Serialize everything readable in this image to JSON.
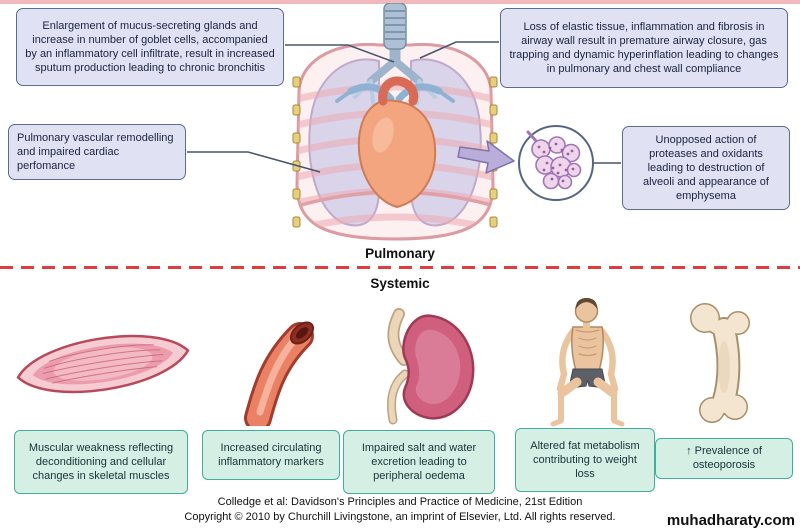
{
  "pulmonary": {
    "section_label": "Pulmonary",
    "callouts": {
      "chronic_bronchitis": "Enlargement of mucus-secreting glands and increase in number of goblet cells, accompanied by an inflammatory cell infiltrate, result in increased sputum production leading to chronic bronchitis",
      "airway_compliance": "Loss of elastic tissue, inflammation and fibrosis in airway wall result in premature airway closure, gas trapping and dynamic hyperinflation leading to changes in pulmonary and chest wall compliance",
      "vascular": "Pulmonary vascular remodelling and impaired cardiac perfomance",
      "emphysema": "Unopposed action of proteases and oxidants leading to destruction of alveoli and appearance of emphysema"
    }
  },
  "systemic": {
    "section_label": "Systemic",
    "items": [
      {
        "name": "skeletal-muscle",
        "text": "Muscular weakness reflecting deconditioning and cellular changes in skeletal muscles"
      },
      {
        "name": "blood-vessel",
        "text": "Increased circulating inflammatory markers"
      },
      {
        "name": "kidney",
        "text": "Impaired salt and water excretion leading to peripheral oedema"
      },
      {
        "name": "thin-man",
        "text": "Altered fat metabolism contributing to weight loss"
      },
      {
        "name": "femur",
        "text": "↑ Prevalence of osteoporosis"
      }
    ]
  },
  "footer": {
    "credit": "Colledge et al: Davidson's Principles and Practice of Medicine, 21st Edition",
    "copyright": "Copyright © 2010 by Churchill Livingstone, an imprint of Elsevier, Ltd. All rights reserved.",
    "watermark": "muhadharaty.com"
  },
  "colors": {
    "callout_bg": "#e0e2f3",
    "callout_border": "#5c6c8e",
    "systemic_box_bg": "#d6efe4",
    "systemic_box_border": "#3fae9c",
    "divider_red": "#e23b3b",
    "lung_fill": "#dad4eb",
    "heart_fill": "#f2a57f"
  }
}
